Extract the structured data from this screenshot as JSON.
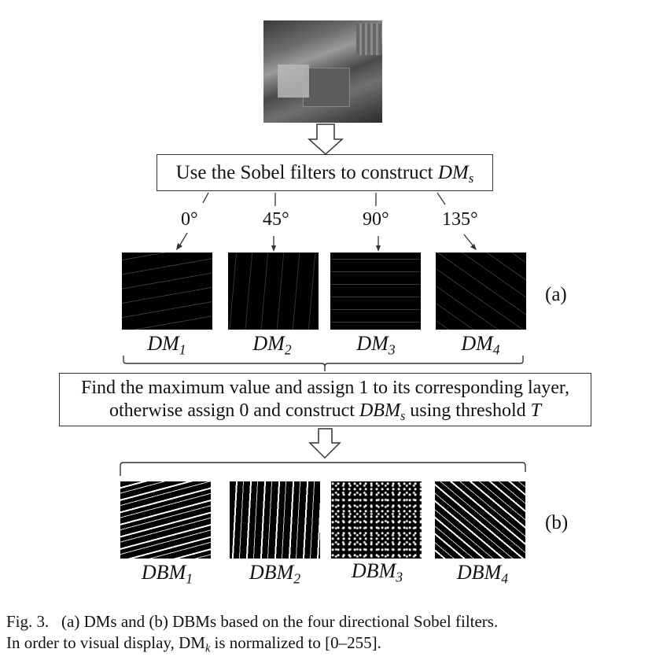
{
  "input_image": {
    "description": "Grayscale aerial image of industrial building"
  },
  "step1": {
    "text": "Use the Sobel filters to construct ",
    "math": "DM",
    "math_sub": "s"
  },
  "angles": [
    "0°",
    "45°",
    "90°",
    "135°"
  ],
  "dm_maps": [
    {
      "label": "DM",
      "sub": "1"
    },
    {
      "label": "DM",
      "sub": "2"
    },
    {
      "label": "DM",
      "sub": "3"
    },
    {
      "label": "DM",
      "sub": "4"
    }
  ],
  "panel_a": "(a)",
  "step2": {
    "line1": "Find the maximum value and assign 1 to its corresponding layer,",
    "line2_pre": "otherwise assign 0 and construct ",
    "line2_math": "DBM",
    "line2_math_sub": "s",
    "line2_mid": " using threshold ",
    "line2_T": "T"
  },
  "dbm_maps": [
    {
      "label": "DBM",
      "sub": "1"
    },
    {
      "label": "DBM",
      "sub": "2"
    },
    {
      "label": "DBM",
      "sub": "3"
    },
    {
      "label": "DBM",
      "sub": "4"
    }
  ],
  "panel_b": "(b)",
  "caption": {
    "line1": "Fig. 3.   (a) DMs and (b) DBMs based on the four directional Sobel filters.",
    "line2_pre": "In order to visual display, DM",
    "line2_sub": "k",
    "line2_post": " is normalized to [0–255]."
  }
}
